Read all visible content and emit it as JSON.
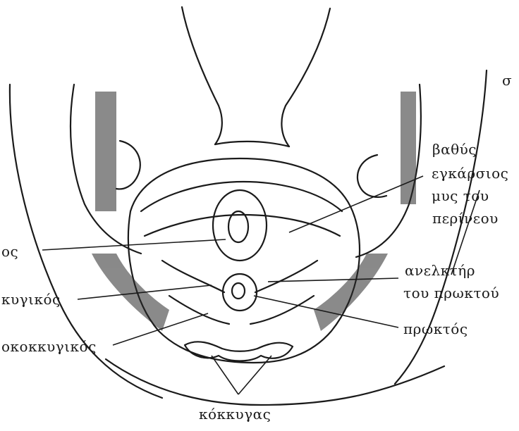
{
  "labels": {
    "top_right_fragment": "σ",
    "deep_transverse_1": "βαθύς",
    "deep_transverse_2": "εγκάρσιος",
    "deep_transverse_3": "μυς του",
    "deep_transverse_4": "περίνεου",
    "levator_1": "ανελκτήρ",
    "levator_2": "του πρωκτού",
    "rectum": "πρωκτός",
    "coccyx": "κόκκυγας",
    "left_1": "ος",
    "left_2": "κυγικός",
    "left_3": "οκοκκυγικός"
  },
  "colors": {
    "ink": "#1a1a1a",
    "paper": "#ffffff"
  }
}
